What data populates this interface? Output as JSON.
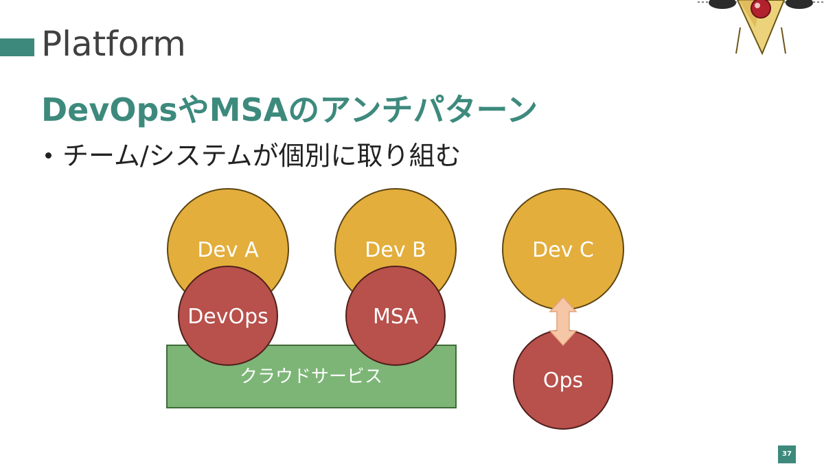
{
  "slide": {
    "section_title": "Platform",
    "heading": "DevOpsやMSAのアンチパターン",
    "bullets": [
      "チーム/システムが個別に取り組む"
    ],
    "page_number": "37"
  },
  "diagram": {
    "dev_a": "Dev A",
    "dev_b": "Dev B",
    "dev_c": "Dev C",
    "devops": "DevOps",
    "msa": "MSA",
    "ops": "Ops",
    "cloud_service": "クラウドサービス"
  },
  "colors": {
    "accent": "#3d8a7d",
    "dev_circle": "#e3ae3c",
    "practice_circle": "#b8504b",
    "platform_box": "#7db577",
    "arrow": "#f6c7a6"
  }
}
